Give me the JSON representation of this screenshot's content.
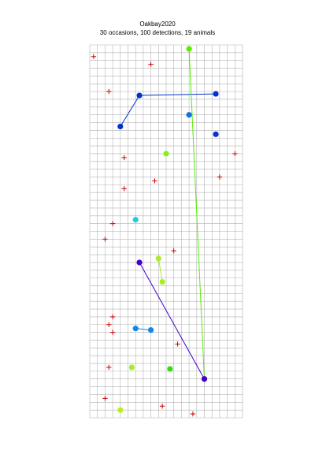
{
  "chart_data": {
    "type": "scatter",
    "title": "Oakbay2020",
    "subtitle": "30 occasions, 100 detections, 19 animals",
    "xlabel": "",
    "ylabel": "",
    "grid": true,
    "xlim": [
      0,
      20
    ],
    "ylim": [
      0,
      48
    ],
    "colors": {
      "grid": "#b4b4b4",
      "trap_marker": "#cc0000"
    },
    "traps": [
      [
        0.5,
        46.5
      ],
      [
        8.0,
        45.5
      ],
      [
        2.5,
        42.0
      ],
      [
        19.0,
        34.0
      ],
      [
        17.0,
        31.0
      ],
      [
        4.5,
        33.5
      ],
      [
        8.5,
        30.5
      ],
      [
        4.5,
        29.5
      ],
      [
        3.0,
        25.0
      ],
      [
        2.0,
        23.0
      ],
      [
        11.0,
        21.5
      ],
      [
        3.0,
        13.0
      ],
      [
        2.5,
        12.0
      ],
      [
        3.0,
        11.0
      ],
      [
        11.5,
        9.5
      ],
      [
        2.5,
        6.5
      ],
      [
        2.0,
        2.5
      ],
      [
        9.5,
        1.5
      ],
      [
        13.5,
        0.5
      ]
    ],
    "animals": [
      {
        "color": "#0033cc",
        "points": [
          [
            4.0,
            37.5
          ],
          [
            6.5,
            41.5
          ],
          [
            16.5,
            41.7
          ]
        ]
      },
      {
        "color": "#0a2fcf",
        "points": [
          [
            16.5,
            36.5
          ]
        ]
      },
      {
        "color": "#1276d6",
        "points": [
          [
            13.0,
            39.0
          ]
        ]
      },
      {
        "color": "#55ee00",
        "points": [
          [
            13.0,
            47.5
          ],
          [
            15.0,
            5.0
          ]
        ]
      },
      {
        "color": "#88ee22",
        "points": [
          [
            10.0,
            34.0
          ]
        ]
      },
      {
        "color": "#22cce0",
        "points": [
          [
            6.0,
            25.5
          ]
        ]
      },
      {
        "color": "#4400cc",
        "points": [
          [
            6.5,
            20.0
          ],
          [
            15.0,
            5.0
          ]
        ]
      },
      {
        "color": "#aaee22",
        "points": [
          [
            9.0,
            20.5
          ],
          [
            9.5,
            17.5
          ]
        ]
      },
      {
        "color": "#1188ee",
        "points": [
          [
            6.0,
            11.5
          ],
          [
            8.0,
            11.3
          ]
        ]
      },
      {
        "color": "#aaee22",
        "points": [
          [
            5.5,
            6.5
          ]
        ]
      },
      {
        "color": "#33dd11",
        "points": [
          [
            10.5,
            6.3
          ]
        ]
      },
      {
        "color": "#bbee22",
        "points": [
          [
            4.0,
            1.0
          ]
        ]
      }
    ]
  }
}
